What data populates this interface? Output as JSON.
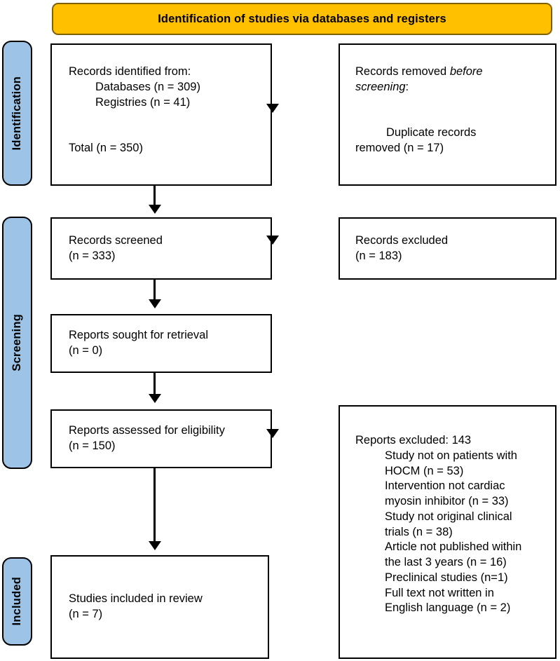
{
  "header": {
    "title": "Identification of studies via databases and registers",
    "background_color": "#FFC000",
    "text_color": "#000000"
  },
  "stages": [
    {
      "id": "identification",
      "label": "Identification",
      "color": "#9DC3E6"
    },
    {
      "id": "screening",
      "label": "Screening",
      "color": "#9DC3E6"
    },
    {
      "id": "included",
      "label": "Included",
      "color": "#9DC3E6"
    }
  ],
  "boxes": {
    "records_identified": {
      "line1": "Records identified from:",
      "line2": "Databases (n = 309)",
      "line3": "Registries (n = 41)",
      "line4": "Total (n = 350)"
    },
    "records_removed": {
      "line1_a": "Records removed ",
      "line1_italic": "before",
      "line2_italic": "screening",
      "line2_b": ":",
      "line3": "Duplicate records",
      "line4": "removed (n = 17)"
    },
    "records_screened": {
      "line1": "Records screened",
      "line2": "(n = 333)"
    },
    "records_excluded": {
      "line1": "Records excluded",
      "line2": "(n = 183)"
    },
    "reports_sought": {
      "line1": "Reports sought for retrieval",
      "line2": "(n = 0)"
    },
    "reports_assessed": {
      "line1": "Reports assessed for eligibility",
      "line2": "(n = 150)"
    },
    "reports_excluded": {
      "heading": "Reports excluded: 143",
      "reasons": [
        "Study not on patients with",
        "HOCM (n = 53)",
        "Intervention not cardiac",
        "myosin inhibitor (n = 33)",
        "Study not original clinical",
        "trials (n = 38)",
        "Article not published within",
        "the last 3 years (n = 16)",
        "Preclinical studies (n=1)",
        "Full text not written in",
        "English language (n = 2)"
      ]
    },
    "studies_included": {
      "line1": "Studies included in review",
      "line2": "(n = 7)"
    }
  },
  "chart_data": {
    "type": "diagram",
    "title": "Identification of studies via databases and registers",
    "nodes": [
      {
        "id": "records_identified",
        "stage": "Identification",
        "column": "left",
        "label": "Records identified from: Databases (n = 309); Registries (n = 41); Total (n = 350)",
        "counts": {
          "databases": 309,
          "registries": 41,
          "total": 350
        }
      },
      {
        "id": "records_removed",
        "stage": "Identification",
        "column": "right",
        "label": "Records removed before screening: Duplicate records removed (n = 17)",
        "counts": {
          "duplicates_removed": 17
        }
      },
      {
        "id": "records_screened",
        "stage": "Screening",
        "column": "left",
        "label": "Records screened (n = 333)",
        "counts": {
          "n": 333
        }
      },
      {
        "id": "records_excluded",
        "stage": "Screening",
        "column": "right",
        "label": "Records excluded (n = 183)",
        "counts": {
          "n": 183
        }
      },
      {
        "id": "reports_sought",
        "stage": "Screening",
        "column": "left",
        "label": "Reports sought for retrieval (n = 0)",
        "counts": {
          "n": 0
        }
      },
      {
        "id": "reports_assessed",
        "stage": "Screening",
        "column": "left",
        "label": "Reports assessed for eligibility (n = 150)",
        "counts": {
          "n": 150
        }
      },
      {
        "id": "reports_excluded",
        "stage": "Screening",
        "column": "right",
        "label": "Reports excluded: 143",
        "counts": {
          "total": 143,
          "study_not_on_patients_with_HOCM": 53,
          "intervention_not_cardiac_myosin_inhibitor": 33,
          "study_not_original_clinical_trials": 38,
          "article_not_published_within_last_3_years": 16,
          "preclinical_studies": 1,
          "full_text_not_in_english": 2
        }
      },
      {
        "id": "studies_included",
        "stage": "Included",
        "column": "left",
        "label": "Studies included in review (n = 7)",
        "counts": {
          "n": 7
        }
      }
    ],
    "edges": [
      {
        "from": "records_identified",
        "to": "records_removed",
        "direction": "right"
      },
      {
        "from": "records_identified",
        "to": "records_screened",
        "direction": "down"
      },
      {
        "from": "records_screened",
        "to": "records_excluded",
        "direction": "right"
      },
      {
        "from": "records_screened",
        "to": "reports_sought",
        "direction": "down"
      },
      {
        "from": "reports_sought",
        "to": "reports_assessed",
        "direction": "down"
      },
      {
        "from": "reports_assessed",
        "to": "reports_excluded",
        "direction": "right"
      },
      {
        "from": "reports_assessed",
        "to": "studies_included",
        "direction": "down"
      }
    ]
  }
}
